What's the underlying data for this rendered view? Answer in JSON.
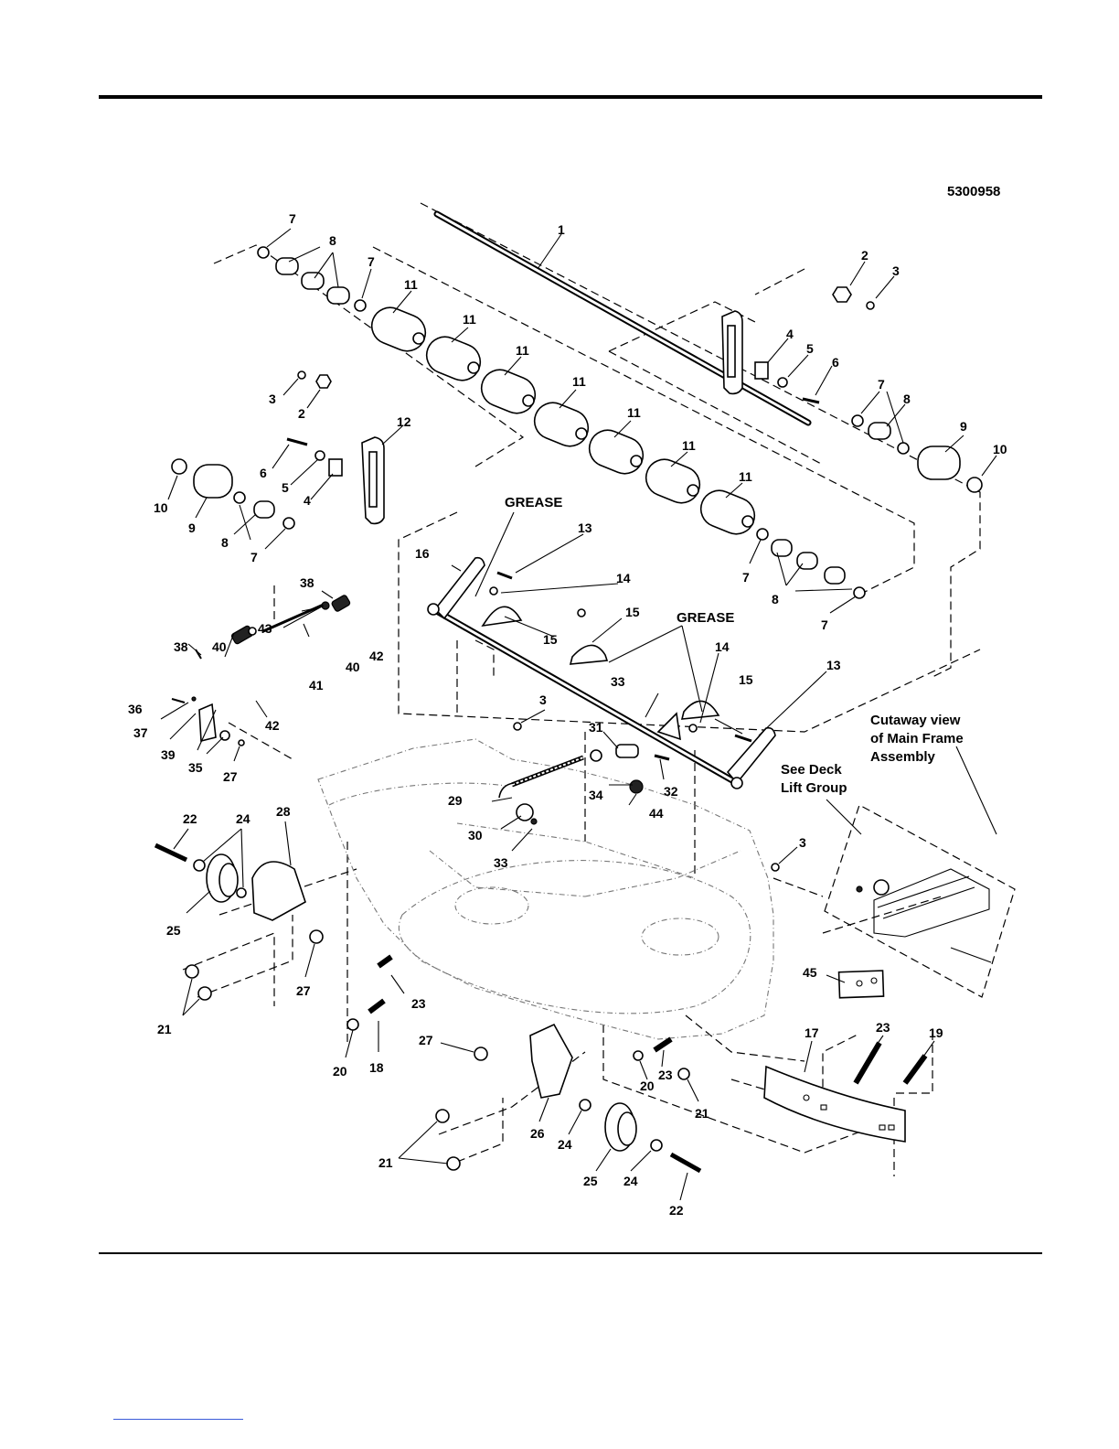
{
  "document": {
    "figure_number": "5300958",
    "notes": {
      "grease_1": "GREASE",
      "grease_2": "GREASE",
      "deck_lift": [
        "See Deck",
        "Lift Group"
      ],
      "cutaway": [
        "Cutaway view",
        "of Main Frame",
        "Assembly"
      ]
    }
  },
  "callouts": [
    {
      "id": "c-1",
      "text": "1"
    },
    {
      "id": "c-2a",
      "text": "2"
    },
    {
      "id": "c-3a",
      "text": "3"
    },
    {
      "id": "c-2b",
      "text": "2"
    },
    {
      "id": "c-3b",
      "text": "3"
    },
    {
      "id": "c-4a",
      "text": "4"
    },
    {
      "id": "c-5a",
      "text": "5"
    },
    {
      "id": "c-6a",
      "text": "6"
    },
    {
      "id": "c-4b",
      "text": "4"
    },
    {
      "id": "c-5b",
      "text": "5"
    },
    {
      "id": "c-6b",
      "text": "6"
    },
    {
      "id": "c-7a",
      "text": "7"
    },
    {
      "id": "c-7b",
      "text": "7"
    },
    {
      "id": "c-7c",
      "text": "7"
    },
    {
      "id": "c-7d",
      "text": "7"
    },
    {
      "id": "c-7e",
      "text": "7"
    },
    {
      "id": "c-7f",
      "text": "7"
    },
    {
      "id": "c-8a",
      "text": "8"
    },
    {
      "id": "c-8b",
      "text": "8"
    },
    {
      "id": "c-8c",
      "text": "8"
    },
    {
      "id": "c-8d",
      "text": "8"
    },
    {
      "id": "c-9a",
      "text": "9"
    },
    {
      "id": "c-9b",
      "text": "9"
    },
    {
      "id": "c-10a",
      "text": "10"
    },
    {
      "id": "c-10b",
      "text": "10"
    },
    {
      "id": "c-11a",
      "text": "11"
    },
    {
      "id": "c-11b",
      "text": "11"
    },
    {
      "id": "c-11c",
      "text": "11"
    },
    {
      "id": "c-11d",
      "text": "11"
    },
    {
      "id": "c-11e",
      "text": "11"
    },
    {
      "id": "c-11f",
      "text": "11"
    },
    {
      "id": "c-11g",
      "text": "11"
    },
    {
      "id": "c-12",
      "text": "12"
    },
    {
      "id": "c-13a",
      "text": "13"
    },
    {
      "id": "c-13b",
      "text": "13"
    },
    {
      "id": "c-14a",
      "text": "14"
    },
    {
      "id": "c-14b",
      "text": "14"
    },
    {
      "id": "c-15a",
      "text": "15"
    },
    {
      "id": "c-15b",
      "text": "15"
    },
    {
      "id": "c-15c",
      "text": "15"
    },
    {
      "id": "c-16",
      "text": "16"
    },
    {
      "id": "c-17",
      "text": "17"
    },
    {
      "id": "c-18",
      "text": "18"
    },
    {
      "id": "c-19",
      "text": "19"
    },
    {
      "id": "c-20a",
      "text": "20"
    },
    {
      "id": "c-20b",
      "text": "20"
    },
    {
      "id": "c-21a",
      "text": "21"
    },
    {
      "id": "c-21b",
      "text": "21"
    },
    {
      "id": "c-21c",
      "text": "21"
    },
    {
      "id": "c-22a",
      "text": "22"
    },
    {
      "id": "c-22b",
      "text": "22"
    },
    {
      "id": "c-23a",
      "text": "23"
    },
    {
      "id": "c-23b",
      "text": "23"
    },
    {
      "id": "c-23c",
      "text": "23"
    },
    {
      "id": "c-24a",
      "text": "24"
    },
    {
      "id": "c-24b",
      "text": "24"
    },
    {
      "id": "c-24c",
      "text": "24"
    },
    {
      "id": "c-25a",
      "text": "25"
    },
    {
      "id": "c-25b",
      "text": "25"
    },
    {
      "id": "c-26",
      "text": "26"
    },
    {
      "id": "c-27a",
      "text": "27"
    },
    {
      "id": "c-27b",
      "text": "27"
    },
    {
      "id": "c-27c",
      "text": "27"
    },
    {
      "id": "c-28",
      "text": "28"
    },
    {
      "id": "c-29",
      "text": "29"
    },
    {
      "id": "c-30",
      "text": "30"
    },
    {
      "id": "c-31",
      "text": "31"
    },
    {
      "id": "c-32",
      "text": "32"
    },
    {
      "id": "c-33a",
      "text": "33"
    },
    {
      "id": "c-33b",
      "text": "33"
    },
    {
      "id": "c-34",
      "text": "34"
    },
    {
      "id": "c-35",
      "text": "35"
    },
    {
      "id": "c-36",
      "text": "36"
    },
    {
      "id": "c-37",
      "text": "37"
    },
    {
      "id": "c-38a",
      "text": "38"
    },
    {
      "id": "c-38b",
      "text": "38"
    },
    {
      "id": "c-39",
      "text": "39"
    },
    {
      "id": "c-40a",
      "text": "40"
    },
    {
      "id": "c-40b",
      "text": "40"
    },
    {
      "id": "c-41",
      "text": "41"
    },
    {
      "id": "c-42a",
      "text": "42"
    },
    {
      "id": "c-42b",
      "text": "42"
    },
    {
      "id": "c-43",
      "text": "43"
    },
    {
      "id": "c-44",
      "text": "44"
    },
    {
      "id": "c-45",
      "text": "45"
    },
    {
      "id": "c-3c",
      "text": "3"
    },
    {
      "id": "c-3d",
      "text": "3"
    }
  ]
}
